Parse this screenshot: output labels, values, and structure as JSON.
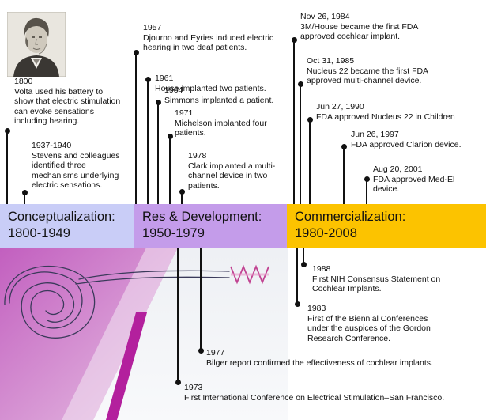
{
  "colors": {
    "era1": "#c9cdf7",
    "era2": "#c49cea",
    "era3": "#fcc300",
    "ink": "#111111"
  },
  "eras": [
    {
      "name": "Conceptualization:",
      "years": "1800-1949"
    },
    {
      "name": "Res & Development:",
      "years": "1950-1979"
    },
    {
      "name": "Commercialization:",
      "years": "1980-2008"
    }
  ],
  "events_above": [
    {
      "date": "1800",
      "lines": [
        "Volta used his battery to",
        "show that electric stimulation",
        "can evoke sensations",
        "including hearing."
      ]
    },
    {
      "date": "1937-1940",
      "lines": [
        "Stevens and colleagues",
        "identified three",
        "mechanisms underlying",
        "electric sensations."
      ]
    },
    {
      "date": "1957",
      "lines": [
        "Djourno and Eyries induced electric",
        "hearing in two deaf patients."
      ]
    },
    {
      "date": "1961",
      "lines": [
        "House implanted two patients."
      ]
    },
    {
      "date": "1964",
      "lines": [
        "Simmons implanted a patient."
      ]
    },
    {
      "date": "1971",
      "lines": [
        "Michelson implanted four",
        "patients."
      ]
    },
    {
      "date": "1978",
      "lines": [
        "Clark implanted a multi-",
        "channel device in two",
        "patients."
      ]
    },
    {
      "date": "Nov 26, 1984",
      "lines": [
        "3M/House became the first FDA",
        "approved cochlear implant."
      ]
    },
    {
      "date": "Oct 31, 1985",
      "lines": [
        "Nucleus 22 became the first FDA",
        "approved multi-channel device."
      ]
    },
    {
      "date": "Jun 27, 1990",
      "lines": [
        "FDA approved Nucleus 22 in Children"
      ]
    },
    {
      "date": "Jun 26, 1997",
      "lines": [
        "FDA approved Clarion device."
      ]
    },
    {
      "date": "Aug 20, 2001",
      "lines": [
        "FDA approved Med-El",
        "device."
      ]
    }
  ],
  "events_below": [
    {
      "date": "1988",
      "lines": [
        "First NIH Consensus Statement on",
        "Cochlear Implants."
      ]
    },
    {
      "date": "1983",
      "lines": [
        "First of the Biennial Conferences",
        "under the auspices of the Gordon",
        "Research Conference."
      ]
    },
    {
      "date": "1977",
      "lines": [
        "Bilger report confirmed the effectiveness of cochlear implants."
      ]
    },
    {
      "date": "1973",
      "lines": [
        "First International Conference on Electrical Stimulation–San Francisco."
      ]
    }
  ]
}
